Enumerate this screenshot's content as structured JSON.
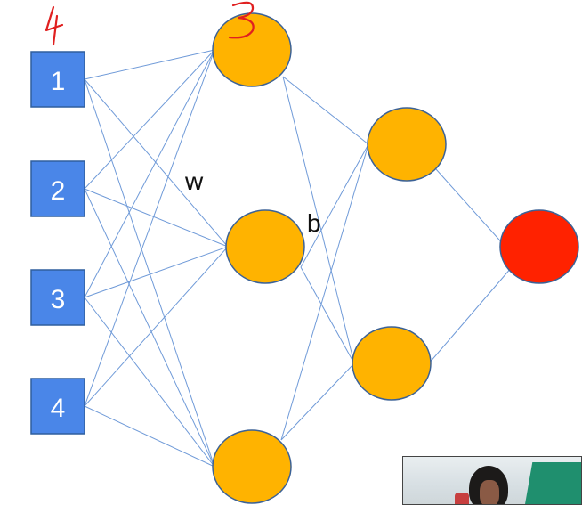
{
  "inputs": [
    {
      "label": "1"
    },
    {
      "label": "2"
    },
    {
      "label": "3"
    },
    {
      "label": "4"
    }
  ],
  "annotations": {
    "input_count": "4",
    "hidden_count": "3"
  },
  "edge_labels": {
    "weight": "w",
    "bias": "b"
  },
  "colors": {
    "input_fill": "#4a86e8",
    "input_stroke": "#2f5f9e",
    "hidden_fill": "#ffb300",
    "hidden_stroke": "#3c6296",
    "output_fill": "#ff2200",
    "edge": "#6f9ad8",
    "annotation": "#e02020"
  }
}
